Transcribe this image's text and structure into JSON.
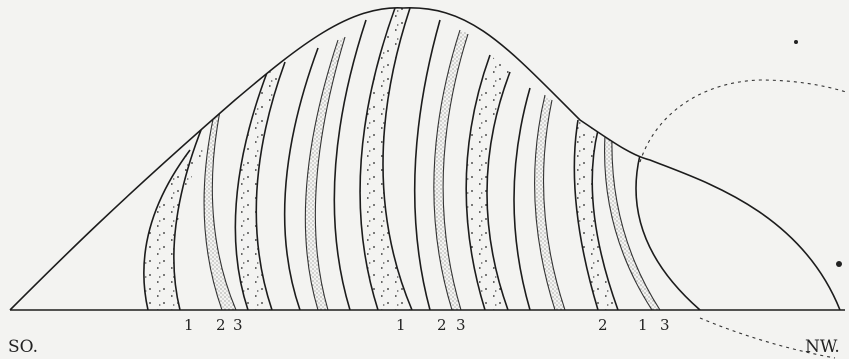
{
  "diagram": {
    "direction_left": "SO.",
    "direction_right": "NW.",
    "markers": [
      {
        "text": "1"
      },
      {
        "text": "2"
      },
      {
        "text": "3"
      },
      {
        "text": "1"
      },
      {
        "text": "2"
      },
      {
        "text": "3"
      },
      {
        "text": "2"
      },
      {
        "text": "1"
      },
      {
        "text": "3"
      }
    ],
    "colors": {
      "paper": "#f3f3f1",
      "ink": "#1c1c1c"
    }
  }
}
